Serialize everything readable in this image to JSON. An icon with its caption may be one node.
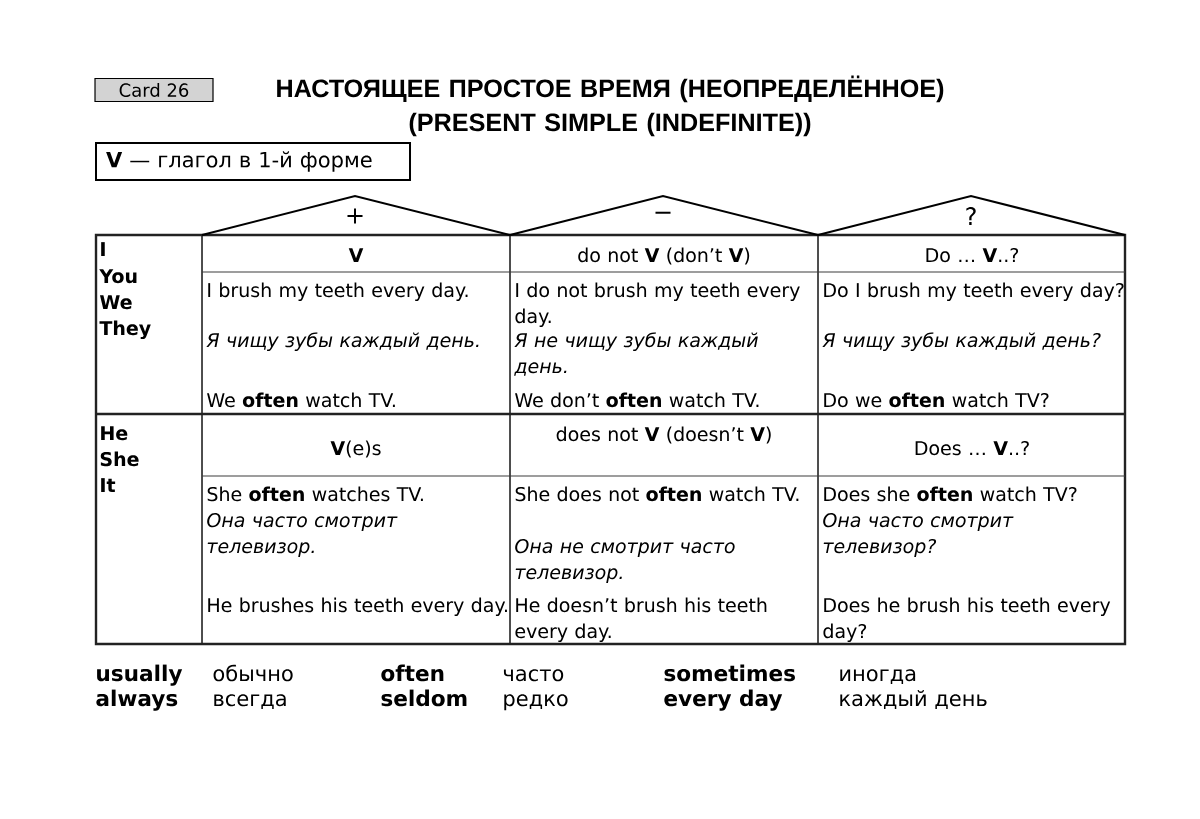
{
  "diagram": {
    "title": "НАСТОЯЩЕЕ ПРОСТОЕ ВРЕМЯ (НЕОПРЕДЕЛЁННОЕ) (PRESENT SIMPLE (INDEFINITE))",
    "nodes": [
      {
        "text": [
          "Card 26"
        ]
      },
      {
        "text": [
          "**V** — глагол в 1-й форме"
        ]
      },
      {
        "text": [
          "+"
        ]
      },
      {
        "text": [
          "−"
        ]
      },
      {
        "text": [
          "?"
        ]
      }
    ],
    "edges": [],
    "labels": [
      "I",
      "V",
      "do not **V** (don’t **V**)",
      "Do … **V**..?",
      "You",
      "We",
      "They",
      "I brush my teeth every day.",
      "Я чищу зубы каждый день.",
      "We **often** watch TV.",
      "I do not brush my teeth every day.",
      "Я не чищу зубы каждый день.",
      "We don’t **often** watch TV.",
      "Do I brush my teeth every day?",
      "Я чищу зубы каждый день?",
      "Do we **often** watch TV?",
      "He",
      "She",
      "It",
      "**V**(e)s",
      "does not **V** (doesn’t **V**)",
      "Does … **V**..?",
      "She **often** watches TV.",
      "Она часто смотрит телевизор.",
      "He brushes his teeth every day.",
      "She does not **often** watch TV.",
      "Она не смотрит часто телевизор.",
      "He doesn’t brush his teeth every day.",
      "Does she **often** watch TV?",
      "Она часто смотрит телевизор?",
      "Does he brush his teeth every day?",
      "usually",
      "обычно",
      "often",
      "часто",
      "sometimes",
      "иногда",
      "always",
      "всегда",
      "seldom",
      "редко",
      "every day",
      "каждый день"
    ]
  }
}
